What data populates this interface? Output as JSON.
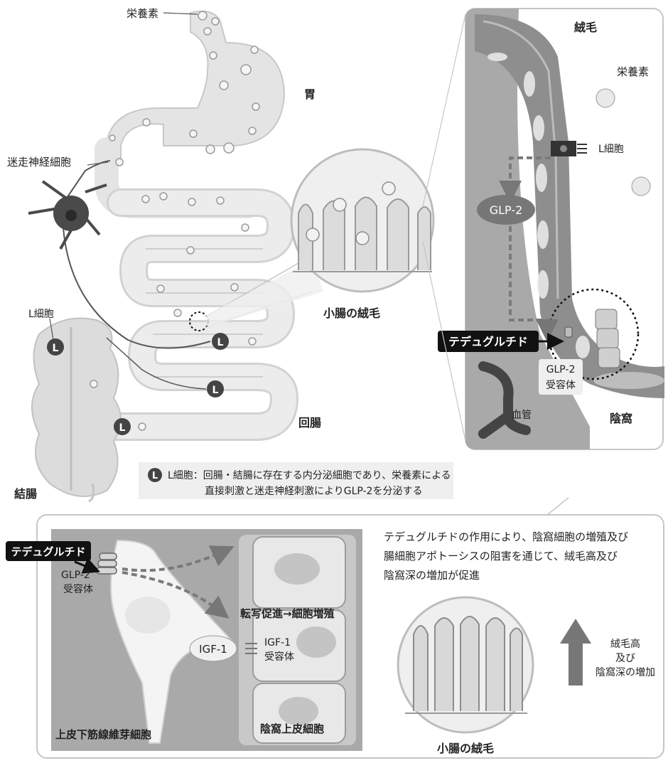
{
  "labels": {
    "nutrients_top": "栄養素",
    "stomach": "胃",
    "vagus_neuron": "迷走神経細胞",
    "l_cell_left": "L細胞",
    "l_letter": "L",
    "small_intestine_villi": "小腸の絨毛",
    "ileum": "回腸",
    "colon": "結腸",
    "villus": "絨毛",
    "nutrients_right": "栄養素",
    "l_cell_right": "L細胞",
    "glp2": "GLP-2",
    "teduglutide": "テデュグルチド",
    "glp2_receptor_line1": "GLP-2",
    "glp2_receptor_line2": "受容体",
    "blood_vessel": "血管",
    "crypt": "陰窩"
  },
  "legend": {
    "line1": "L細胞：回腸・結腸に存在する内分泌細胞であり、栄養素による",
    "line2": "直接刺激と迷走神経刺激によりGLP-2を分泌する"
  },
  "bottom": {
    "teduglutide": "テデュグルチド",
    "glp2_receptor_line1": "GLP-2",
    "glp2_receptor_line2": "受容体",
    "igf1": "IGF-1",
    "igf1_receptor_line1": "IGF-1",
    "igf1_receptor_line2": "受容体",
    "transcription": "転写促進→細胞増殖",
    "fibroblast": "上皮下筋線維芽細胞",
    "crypt_epithelium": "陰窩上皮細胞",
    "description": [
      "テデュグルチドの作用により、陰窩細胞の増殖及び",
      "腸細胞アポトーシスの阻害を通じて、絨毛高及び",
      "陰窩深の増加が促進"
    ],
    "effect": [
      "絨毛高",
      "及び",
      "陰窩深の増加"
    ],
    "villi_caption": "小腸の絨毛"
  },
  "colors": {
    "panel_gray": "#a9a9a9",
    "dark_gray": "#6b6b6b",
    "intestine": "#e6e6e6",
    "black": "#111111"
  }
}
